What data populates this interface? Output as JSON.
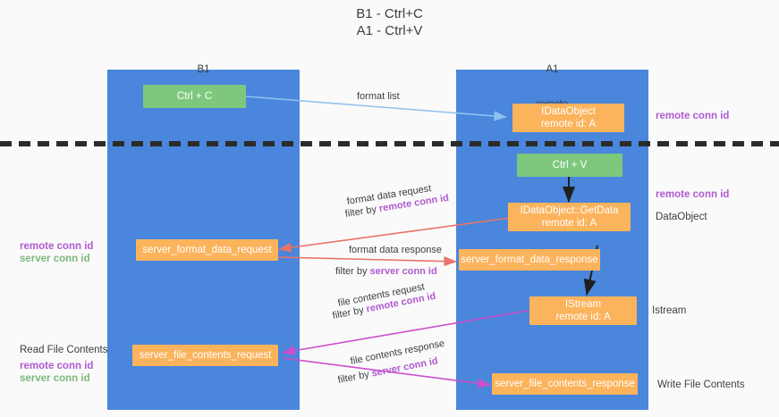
{
  "title": {
    "line1": "B1 - Ctrl+C",
    "line2": "A1 - Ctrl+V"
  },
  "columns": [
    {
      "name": "B1",
      "role": "connection"
    },
    {
      "name": "A1",
      "role": "remote"
    }
  ],
  "nodes": {
    "ctrl_c": "Ctrl + C",
    "ctrl_v": "Ctrl + V",
    "idataobject": "IDataObject",
    "idataobject_sub": "remote id: A",
    "getdata": "IDataObject::GetData",
    "getdata_sub": "remote id: A",
    "istream": "IStream",
    "istream_sub": "remote id: A",
    "server_format_data_request": "server_format_data_request",
    "server_format_data_response": "server_format_data_response",
    "server_file_contents_request": "server_file_contents_request",
    "server_file_contents_response": "server_file_contents_response"
  },
  "edges": {
    "format_list": "format list",
    "format_data_request": "format data request",
    "format_data_request_filter_prefix": "filter by ",
    "format_data_request_filter_key": "remote conn id",
    "format_data_response": "format data response",
    "format_data_response_filter_prefix": "filter by ",
    "format_data_response_filter_key": "server conn id",
    "file_contents_request": "file contents request",
    "file_contents_request_filter_prefix": "filter by ",
    "file_contents_request_filter_key": "remote conn id",
    "file_contents_response": "file contents response",
    "file_contents_response_filter_prefix": "filter by ",
    "file_contents_response_filter_key": "server conn id"
  },
  "annotations": {
    "right_remote_conn_id_top": "remote conn id",
    "right_remote_conn_id_mid": "remote conn id",
    "right_dataobject": "DataObject",
    "right_istream": "Istream",
    "right_write_file_contents": "Write File Contents",
    "left_remote_conn_id_mid": "remote conn id",
    "left_server_conn_id_mid": "server conn id",
    "left_read_file_contents": "Read File Contents",
    "left_remote_conn_id_bottom": "remote conn id",
    "left_server_conn_id_bottom": "server conn id"
  },
  "colors": {
    "lane": "#4a86db",
    "node_green": "#7ec87e",
    "node_orange": "#fbb35c",
    "key_purple": "#b05ad0",
    "key_green": "#7cb87c",
    "arrow_blue": "#8fc2ef",
    "arrow_red": "#e8736a",
    "arrow_magenta": "#cc4fcc",
    "arrow_black": "#1f1f1f",
    "background": "#fafafa"
  }
}
